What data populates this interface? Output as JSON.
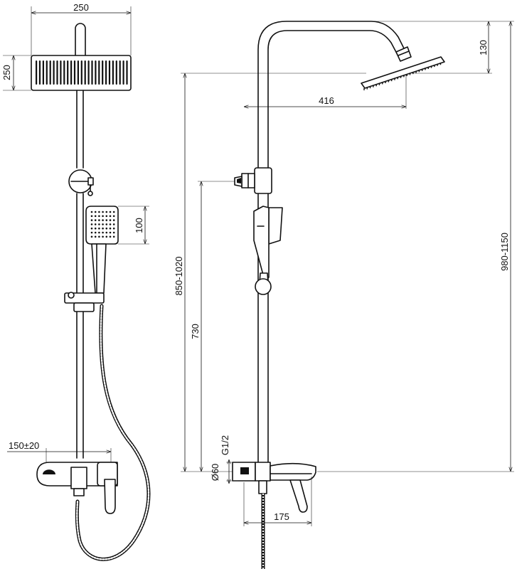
{
  "dimensions": {
    "head_width": "250",
    "head_height": "250",
    "hand_shower_height": "100",
    "inlet_spacing": "150±20",
    "arm_length": "416",
    "head_drop": "130",
    "slider_height": "850-1020",
    "diverter_height": "730",
    "total_height": "980-1150",
    "thread": "G1/2",
    "flange": "Ø60",
    "spout_length": "175"
  },
  "icons": [
    "rain-shower-head",
    "hand-shower",
    "mixer-valve",
    "slide-bar",
    "hose"
  ],
  "colors": {
    "line": "#111111",
    "background": "#ffffff"
  }
}
